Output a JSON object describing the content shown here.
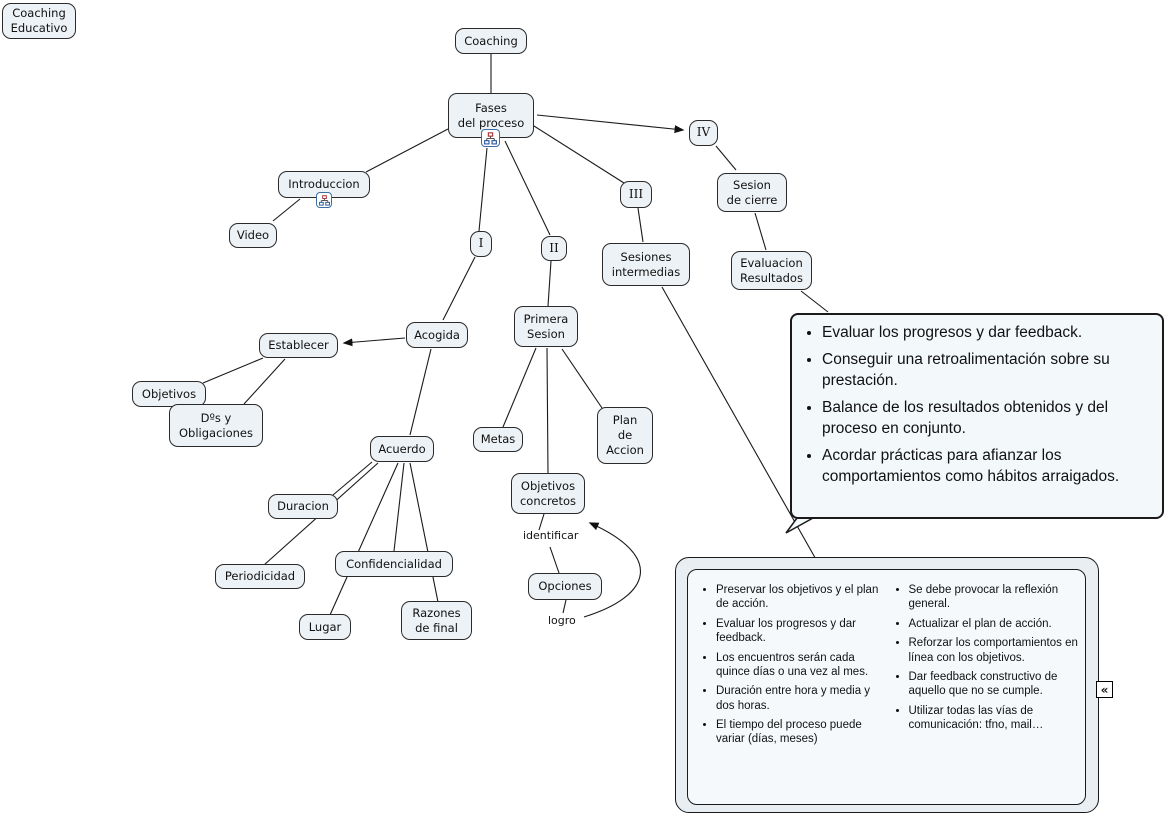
{
  "nodes": {
    "coaching_educativo": "Coaching\nEducativo",
    "coaching": "Coaching",
    "fases_del_proceso": "Fases\ndel proceso",
    "numeral_i": "I",
    "numeral_ii": "II",
    "numeral_iii": "III",
    "numeral_iv": "IV",
    "introduccion": "Introduccion",
    "video": "Video",
    "sesion_de_cierre": "Sesion\nde cierre",
    "sesiones_intermedias": "Sesiones\nintermedias",
    "evaluacion_resultados": "Evaluacion\nResultados",
    "acogida": "Acogida",
    "establecer": "Establecer",
    "primera_sesion": "Primera\nSesion",
    "objetivos": "Objetivos",
    "dos_y_obligaciones": "Dºs y\nObligaciones",
    "metas": "Metas",
    "plan_de_accion": "Plan\nde\nAccion",
    "acuerdo": "Acuerdo",
    "objetivos_concretos": "Objetivos\nconcretos",
    "duracion": "Duracion",
    "periodicidad": "Periodicidad",
    "confidencialidad": "Confidencialidad",
    "opciones": "Opciones",
    "lugar": "Lugar",
    "razones_de_final": "Razones\nde final"
  },
  "link_labels": {
    "identificar": "identificar",
    "logro": "logro"
  },
  "callout_evaluacion": {
    "bullets": [
      "Evaluar los progresos y dar feedback.",
      "Conseguir una retroalimentación sobre su prestación.",
      "Balance de los resultados obtenidos y del proceso en conjunto.",
      "Acordar prácticas para afianzar los comportamientos como hábitos arraigados."
    ]
  },
  "panel_sesiones": {
    "left_bullets": [
      "Preservar los objetivos y el plan de acción.",
      "Evaluar los progresos y dar feedback.",
      "Los encuentros serán cada quince días o una vez al mes.",
      "Duración entre hora y media y dos horas.",
      "El tiempo del proceso puede variar (días, meses)"
    ],
    "right_bullets": [
      "Se debe provocar la reflexión general.",
      "Actualizar el plan de acción.",
      "Reforzar los comportamientos en línea con los objetivos.",
      "Dar feedback constructivo de aquello que no se cumple.",
      "Utilizar todas las vías de comunicación: tfno, mail…"
    ]
  },
  "controls": {
    "collapse_glyph": "«"
  },
  "colors": {
    "node_fill": "#edf2f6",
    "node_border": "#2a2a2a",
    "callout_fill": "#f3f8fb",
    "panel_outer_fill": "#e8eef2",
    "panel_inner_fill": "#f5f9fc",
    "icon_border": "#3a6ea5",
    "line": "#1a1a1a"
  }
}
